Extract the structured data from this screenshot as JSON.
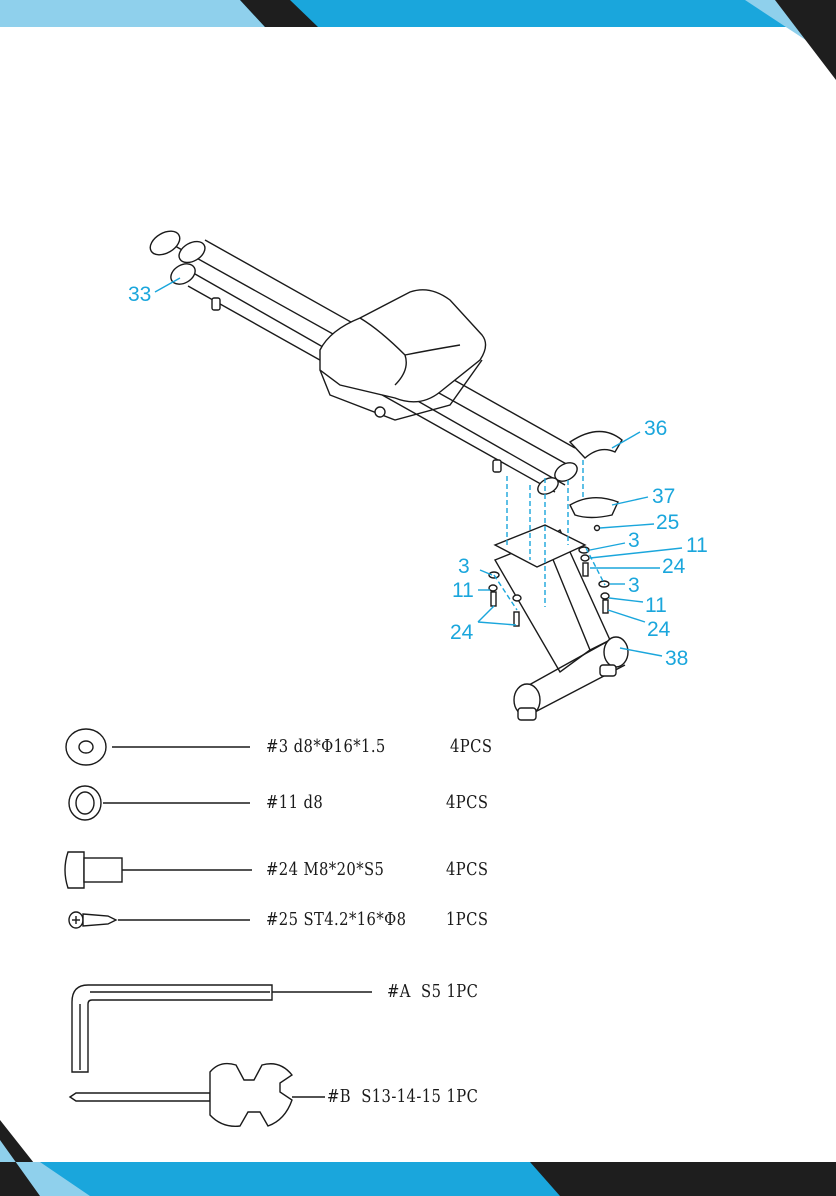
{
  "colors": {
    "accent": "#1aa6dc",
    "light_accent": "#8fd0ec",
    "dark": "#1e1e1e",
    "line": "#1a1a1a"
  },
  "diagram": {
    "callouts": [
      {
        "id": "c33",
        "label": "33"
      },
      {
        "id": "c36",
        "label": "36"
      },
      {
        "id": "c37",
        "label": "37"
      },
      {
        "id": "c25",
        "label": "25"
      },
      {
        "id": "c3a",
        "label": "3"
      },
      {
        "id": "c11a",
        "label": "11"
      },
      {
        "id": "c24a",
        "label": "24"
      },
      {
        "id": "c3b",
        "label": "3"
      },
      {
        "id": "c11b",
        "label": "11"
      },
      {
        "id": "c24b",
        "label": "24"
      },
      {
        "id": "c3c",
        "label": "3"
      },
      {
        "id": "c11c",
        "label": "11"
      },
      {
        "id": "c24c",
        "label": "24"
      },
      {
        "id": "c38",
        "label": "38"
      }
    ]
  },
  "hardware": [
    {
      "spec": "#3 d8*Φ16*1.5",
      "qty": "4PCS",
      "icon": "flat-washer-icon"
    },
    {
      "spec": "#11 d8",
      "qty": "4PCS",
      "icon": "spring-washer-icon"
    },
    {
      "spec": "#24 M8*20*S5",
      "qty": "4PCS",
      "icon": "hex-bolt-icon"
    },
    {
      "spec": "#25 ST4.2*16*Φ8",
      "qty": "1PCS",
      "icon": "self-tapping-screw-icon"
    }
  ],
  "tools": [
    {
      "spec": "#A  S5 1PC",
      "icon": "allen-key-icon"
    },
    {
      "spec": "#B  S13-14-15 1PC",
      "icon": "multi-wrench-screwdriver-icon"
    }
  ]
}
